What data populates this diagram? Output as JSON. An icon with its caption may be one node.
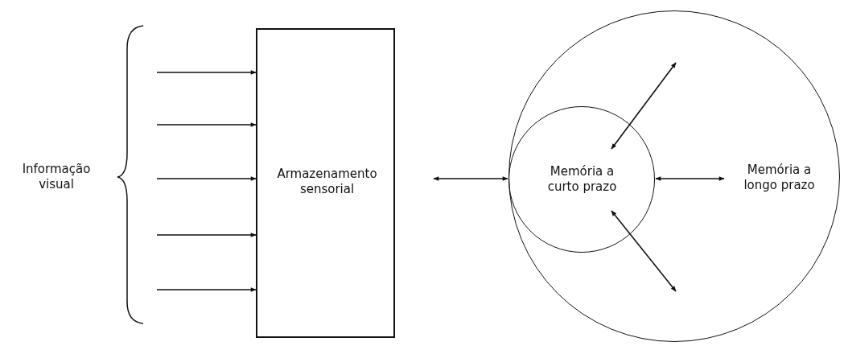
{
  "diagram": {
    "nodes": [
      {
        "text": [
          "Informação visual"
        ]
      },
      {
        "text": [
          "Armazenamento sensorial"
        ]
      },
      {
        "text": [
          "Memória a longo prazo"
        ]
      },
      {
        "text": [
          "Memória a curto prazo"
        ],
        "in": 2
      }
    ],
    "edges": [
      {
        "from": null,
        "to": 1,
        "arrow": "to"
      },
      {
        "from": null,
        "to": 1,
        "arrow": "to"
      },
      {
        "from": null,
        "to": 1,
        "arrow": "to"
      },
      {
        "from": null,
        "to": 1,
        "arrow": "to"
      },
      {
        "from": null,
        "to": 1,
        "arrow": "to"
      },
      {
        "from": 1,
        "to": 3,
        "arrow": "both"
      },
      {
        "from": 3,
        "to": null,
        "arrow": "both"
      },
      {
        "from": 3,
        "to": null,
        "arrow": "both"
      },
      {
        "from": 3,
        "to": null,
        "arrow": "both"
      }
    ]
  }
}
